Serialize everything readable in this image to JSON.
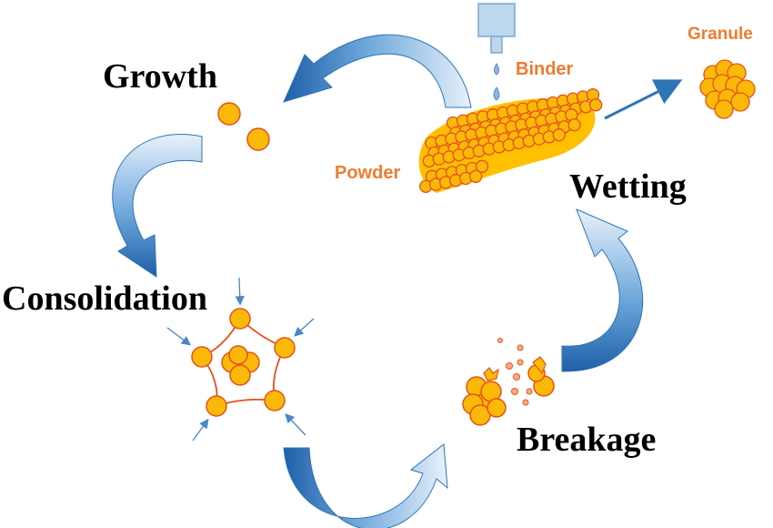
{
  "labels": {
    "growth": "Growth",
    "consolidation": "Consolidation",
    "breakage": "Breakage",
    "wetting": "Wetting",
    "binder": "Binder",
    "powder": "Powder",
    "granule": "Granule"
  },
  "colors": {
    "particle_fill": "#FFC000",
    "particle_stroke": "#E8501A",
    "label_orange": "#ED7D31",
    "arrow_blue": "#2E75B6",
    "arrow_light": "#DCE9F7",
    "droplet": "#8FB4E3",
    "dropper": "#BDD7EE"
  },
  "icons": {
    "dropper": "binder-dropper-icon",
    "granule": "granule-icon"
  }
}
